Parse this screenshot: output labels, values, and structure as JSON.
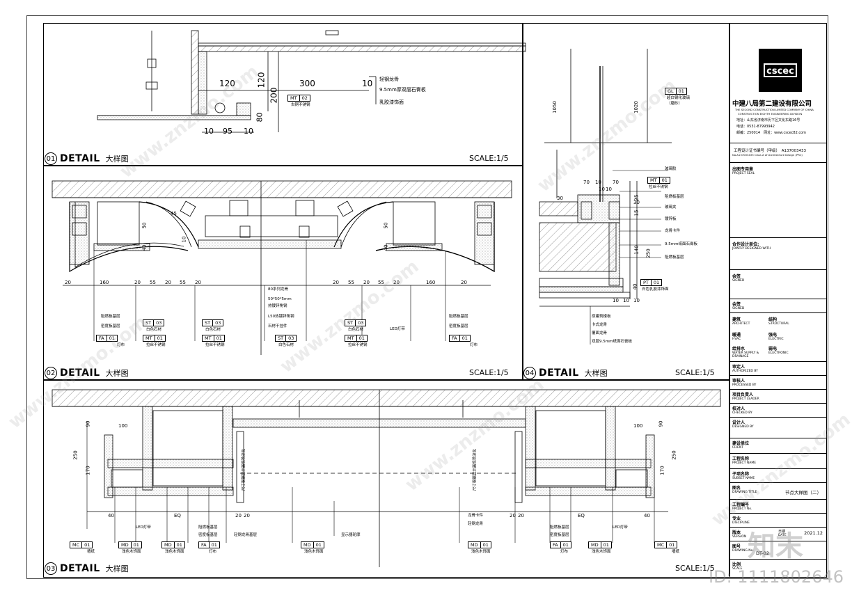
{
  "details": [
    {
      "num": "01",
      "word": "DETAIL",
      "cn": "大样图",
      "scale": "SCALE:1/5"
    },
    {
      "num": "02",
      "word": "DETAIL",
      "cn": "大样图",
      "scale": "SCALE:1/5"
    },
    {
      "num": "03",
      "word": "DETAIL",
      "cn": "大样图",
      "scale": "SCALE:1/5"
    },
    {
      "num": "04",
      "word": "DETAIL",
      "cn": "大样图",
      "scale": "SCALE:1/5"
    }
  ],
  "d01": {
    "dims": {
      "d120a": "120",
      "d120b": "120",
      "d300": "300",
      "d10a": "10",
      "d200": "200",
      "d80": "80",
      "d10b": "10",
      "d95": "95",
      "d10c": "10"
    },
    "notes": {
      "n1": "轻钢龙骨",
      "n2": "9.5mm厚双层石膏板",
      "n3": "乳胶漆饰面"
    },
    "tag": {
      "code": "MT",
      "num": "02",
      "note": "古铜不锈钢"
    }
  },
  "d02": {
    "dims": {
      "a20": "20",
      "a160": "160",
      "a20b": "20",
      "a55": "55",
      "a20c": "20",
      "a55b": "55",
      "a20d": "20",
      "b20": "20",
      "b55": "55",
      "b20b": "20",
      "b55b": "55",
      "b20c": "20",
      "b160": "160",
      "b20d": "20",
      "v50": "50",
      "v45": "45",
      "v40": "40",
      "v40b": "40",
      "v10": "10",
      "v50b": "50"
    },
    "left_notes": {
      "n1": "阻燃板基层",
      "n2": "密度板基层"
    },
    "right_notes": {
      "n1": "阻燃板基层",
      "n2": "密度板基层",
      "n3": "LED灯带"
    },
    "center_notes": {
      "n1": "80系列龙骨",
      "n2": "50*50*5mm",
      "n3": "热镀锌角钢",
      "n4": "L50热镀锌角钢",
      "n5": "石材干挂件"
    },
    "tags": [
      {
        "code": "FA",
        "num": "01",
        "note": "灯布"
      },
      {
        "code": "ST",
        "num": "03",
        "note": "白色石材"
      },
      {
        "code": "MT",
        "num": "01",
        "note": "拉丝不锈钢"
      },
      {
        "code": "ST",
        "num": "03",
        "note": "白色石材"
      },
      {
        "code": "MT",
        "num": "01",
        "note": "拉丝不锈钢"
      },
      {
        "code": "ST",
        "num": "03",
        "note": "白色石材"
      },
      {
        "code": "ST",
        "num": "03",
        "note": "白色石材"
      },
      {
        "code": "MT",
        "num": "01",
        "note": "拉丝不锈钢"
      },
      {
        "code": "FA",
        "num": "01",
        "note": "灯布"
      }
    ]
  },
  "d03": {
    "dims": {
      "l100": "100",
      "l90": "90",
      "l250": "250",
      "l170": "170",
      "l40": "40",
      "lEQ": "EQ",
      "l20a": "20",
      "l20b": "20",
      "r20a": "20",
      "r20b": "20",
      "rEQ": "EQ",
      "r40": "40",
      "r100": "100",
      "r90": "90",
      "r250": "250",
      "r170": "170"
    },
    "notes": {
      "n1": "LED灯带",
      "n2": "阻燃板基层",
      "n3": "密度板基层",
      "n4": "轻钢龙骨基层",
      "n5": "显示器轮廓",
      "n6": "龙骨卡件",
      "n7": "轻钢龙骨",
      "n8": "阻燃板基层",
      "n9": "密度板基层",
      "n10": "LED灯带",
      "vt1": "尺寸根据显示器现场深化",
      "vt2": "尺寸根据显示器现场深化"
    },
    "tags": [
      {
        "code": "MC",
        "num": "01",
        "note": "墙纸"
      },
      {
        "code": "MD",
        "num": "01",
        "note": "浅色木饰面"
      },
      {
        "code": "MD",
        "num": "01",
        "note": "浅色木饰面"
      },
      {
        "code": "FA",
        "num": "01",
        "note": "灯布"
      },
      {
        "code": "MD",
        "num": "01",
        "note": "浅色木饰面"
      },
      {
        "code": "MD",
        "num": "01",
        "note": "浅色木饰面"
      },
      {
        "code": "FA",
        "num": "01",
        "note": "灯布"
      },
      {
        "code": "MD",
        "num": "01",
        "note": "浅色木饰面"
      },
      {
        "code": "MC",
        "num": "01",
        "note": "墙纸"
      }
    ]
  },
  "d04": {
    "dims": {
      "h1050": "1050",
      "h1020": "1020",
      "w30": "30",
      "w70": "70",
      "w10": "10",
      "w70b": "70",
      "w10b": "10",
      "w10c": "10",
      "w30b": "30",
      "v25": "25",
      "v15": "15",
      "v140": "140",
      "v250": "250",
      "v40": "40",
      "w10d": "10",
      "w10e": "10",
      "w10f": "10"
    },
    "right_notes": {
      "n1": "玻璃胶",
      "n2": "阻燃板基层",
      "n3": "玻璃夹",
      "n4": "镀锌板",
      "n5": "龙骨卡件",
      "n6": "9.5mm纸面石膏板",
      "n7": "阻燃板基层"
    },
    "bottom_notes": {
      "n1": "原建筑楼板",
      "n2": "卡式龙骨",
      "n3": "覆面龙骨",
      "n4": "双层9.5mm纸面石膏板"
    },
    "tags": [
      {
        "code": "GL",
        "num": "01",
        "note": "超白钢化玻璃（磨砂）"
      },
      {
        "code": "MT",
        "num": "01",
        "note": "拉丝不锈钢"
      },
      {
        "code": "PT",
        "num": "01",
        "note": "白色乳胶漆饰面"
      }
    ]
  },
  "titleblock": {
    "company_cn": "中建八局第二建设有限公司",
    "company_en1": "THE SECOND CONSTRUCTION LIMITED COMPANY OF CHINA",
    "company_en2": "CONSTRUCTION EIGHTH ENGINEERING DIVISION",
    "address": "地址：山东省济南市历下区文化东路16号",
    "phone": "电话：0531-87993942",
    "postal": "邮编：250014　网址：www.cscec82.com",
    "cert_cn": "工程设计证书编号（甲级）　A137003433",
    "cert_en": "No.A137003433 Class A of Architecture Design (PRC)",
    "seal_cn": "出图专用章",
    "seal_en": "PROJECT SEAL",
    "joint_cn": "合作设计单位:",
    "joint_en": "JOINTLY DESIGNED WITH",
    "signed_cn": "会签",
    "signed_en": "SIGNED",
    "sign2_cn": "会签",
    "sign2_en": "SIGNED",
    "disciplines": [
      {
        "cn": "建筑",
        "en": "ARCHITECT"
      },
      {
        "cn": "结构",
        "en": "STRUCTURAL"
      },
      {
        "cn": "暖通",
        "en": "HVAC"
      },
      {
        "cn": "强电",
        "en": "ELECTRIC"
      },
      {
        "cn": "给排水",
        "en": "WATER SUPPLY & DRAINAGE"
      },
      {
        "cn": "弱电",
        "en": "ELECTRONIC"
      }
    ],
    "rows": [
      {
        "cn": "审定人",
        "en": "AUTHORIZED BY"
      },
      {
        "cn": "审核人",
        "en": "PROCESSED BY"
      },
      {
        "cn": "项目负责人",
        "en": "PROJECT LEADER"
      },
      {
        "cn": "校对人",
        "en": "CHECKED BY"
      },
      {
        "cn": "设计人",
        "en": "DESIGNED BY"
      },
      {
        "cn": "建设单位",
        "en": "CLIENT"
      },
      {
        "cn": "工程名称",
        "en": "PROJECT NAME"
      },
      {
        "cn": "子项名称",
        "en": "SUBSET NAME"
      }
    ],
    "drawing_title_cn": "图名",
    "drawing_title_en": "DRAWING TITLE",
    "drawing_title": "节点大样图（二）",
    "project_no_cn": "工程编号",
    "project_no_en": "PROJECT No.",
    "discipline_cn": "专业",
    "discipline_en": "DISCIPLINE",
    "version_cn": "版本",
    "version_en": "VERSION",
    "date_cn": "日期",
    "date_en": "DATE",
    "date": "2021.12",
    "drawing_no_cn": "图号",
    "drawing_no_en": "DRAWING No.",
    "drawing_no": "DT-02",
    "scale_cn": "比例",
    "scale_en": "SCALE"
  },
  "watermarks": {
    "site": "www.znzmo.com",
    "brand": "知末",
    "id": "ID: 1111802646"
  },
  "colors": {
    "line": "#000000",
    "hatch": "#555555",
    "frame": "#000000"
  }
}
